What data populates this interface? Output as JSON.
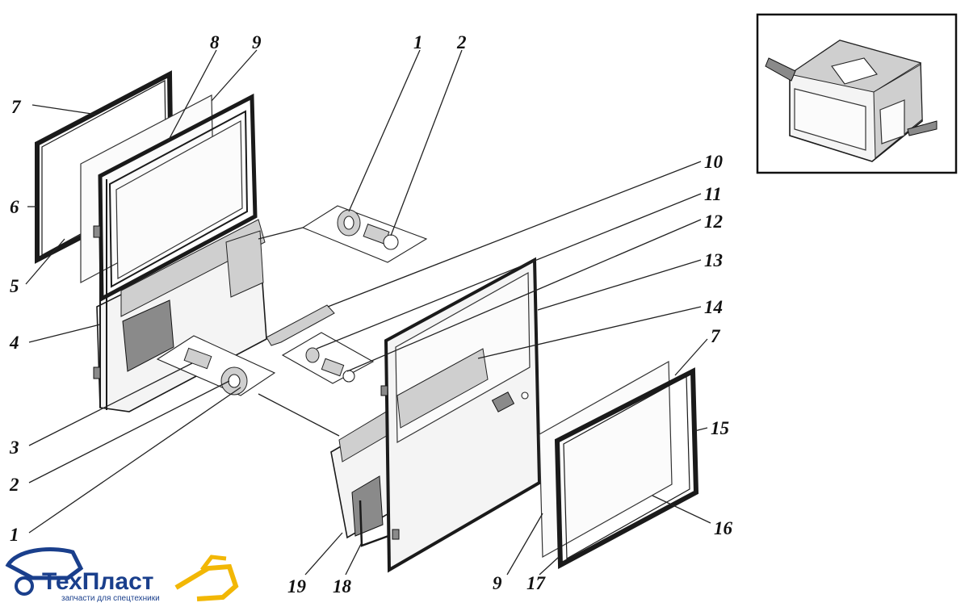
{
  "callouts": [
    {
      "id": "c7a",
      "label": "7"
    },
    {
      "id": "c8",
      "label": "8"
    },
    {
      "id": "c9a",
      "label": "9"
    },
    {
      "id": "c1a",
      "label": "1"
    },
    {
      "id": "c2a",
      "label": "2"
    },
    {
      "id": "c6",
      "label": "6"
    },
    {
      "id": "c5",
      "label": "5"
    },
    {
      "id": "c4",
      "label": "4"
    },
    {
      "id": "c3",
      "label": "3"
    },
    {
      "id": "c2b",
      "label": "2"
    },
    {
      "id": "c1b",
      "label": "1"
    },
    {
      "id": "c10",
      "label": "10"
    },
    {
      "id": "c11",
      "label": "11"
    },
    {
      "id": "c12",
      "label": "12"
    },
    {
      "id": "c13",
      "label": "13"
    },
    {
      "id": "c14",
      "label": "14"
    },
    {
      "id": "c7b",
      "label": "7"
    },
    {
      "id": "c15",
      "label": "15"
    },
    {
      "id": "c16",
      "label": "16"
    },
    {
      "id": "c17",
      "label": "17"
    },
    {
      "id": "c9b",
      "label": "9"
    },
    {
      "id": "c18",
      "label": "18"
    },
    {
      "id": "c19",
      "label": "19"
    }
  ],
  "logo": {
    "name": "ТехПласт",
    "tagline": "запчасти для спецтехники"
  },
  "colors": {
    "ink": "#1a1a1a",
    "logo_blue": "#1a3f8c",
    "logo_yellow": "#f2b705"
  }
}
